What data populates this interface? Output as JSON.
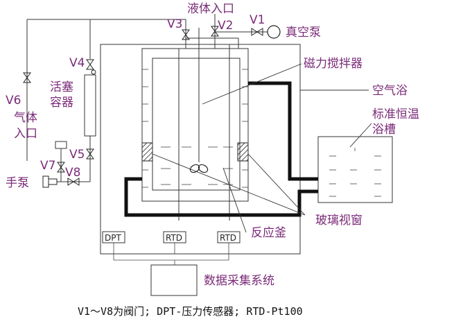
{
  "labels": {
    "liquid_inlet": "液体入口",
    "vacuum_pump": "真空泵",
    "magnetic_stirrer": "磁力搅拌器",
    "air_bath": "空气浴",
    "std_bath_line1": "标准恒温",
    "std_bath_line2": "浴槽",
    "piston_line1": "活塞",
    "piston_line2": "容器",
    "gas_inlet_line1": "气体",
    "gas_inlet_line2": "入口",
    "hand_pump": "手泵",
    "glass_window": "玻璃视窗",
    "reactor": "反应釜",
    "daq": "数据采集系统",
    "dpt": "DPT",
    "rtd1": "RTD",
    "rtd2": "RTD"
  },
  "valves": {
    "v1": "V1",
    "v2": "V2",
    "v3": "V3",
    "v4": "V4",
    "v5": "V5",
    "v6": "V6",
    "v7": "V7",
    "v8": "V8"
  },
  "caption": "V1～V8为阀门; DPT-压力传感器; RTD-Pt100",
  "colors": {
    "label": "#7a2a78",
    "line": "#333333"
  }
}
